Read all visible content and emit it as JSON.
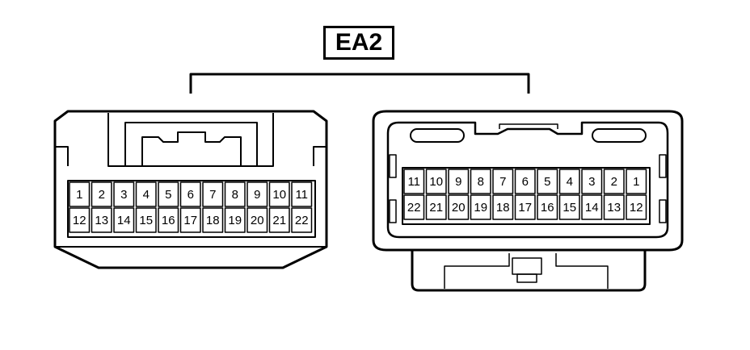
{
  "connector_label": "EA2",
  "left_connector": {
    "row1": [
      "1",
      "2",
      "3",
      "4",
      "5",
      "6",
      "7",
      "8",
      "9",
      "10",
      "11"
    ],
    "row2": [
      "12",
      "13",
      "14",
      "15",
      "16",
      "17",
      "18",
      "19",
      "20",
      "21",
      "22"
    ]
  },
  "right_connector": {
    "row1": [
      "11",
      "10",
      "9",
      "8",
      "7",
      "6",
      "5",
      "4",
      "3",
      "2",
      "1"
    ],
    "row2": [
      "22",
      "21",
      "20",
      "19",
      "18",
      "17",
      "16",
      "15",
      "14",
      "13",
      "12"
    ]
  },
  "colors": {
    "line": "#000000",
    "background": "#ffffff"
  }
}
